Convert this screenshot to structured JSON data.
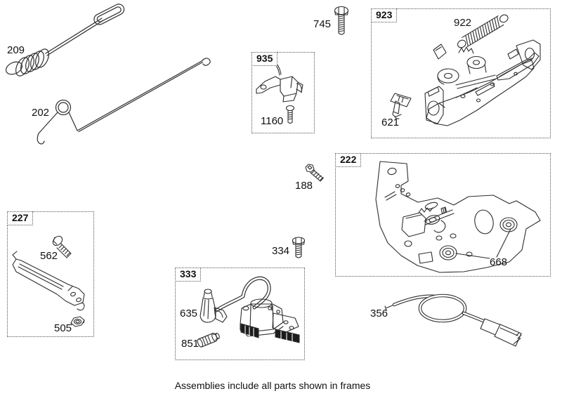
{
  "caption": "Assemblies include all parts shown in frames",
  "colors": {
    "line": "#2e2e2e",
    "background": "#ffffff"
  },
  "frames": {
    "f935": {
      "label": "935"
    },
    "f923": {
      "label": "923"
    },
    "f222": {
      "label": "222"
    },
    "f227": {
      "label": "227"
    },
    "f333": {
      "label": "333"
    }
  },
  "parts": {
    "p209": {
      "label": "209"
    },
    "p202": {
      "label": "202"
    },
    "p745": {
      "label": "745"
    },
    "p1160": {
      "label": "1160"
    },
    "p922": {
      "label": "922"
    },
    "p621": {
      "label": "621"
    },
    "p188": {
      "label": "188"
    },
    "p668": {
      "label": "668"
    },
    "p562": {
      "label": "562"
    },
    "p505": {
      "label": "505"
    },
    "p334": {
      "label": "334"
    },
    "p635": {
      "label": "635"
    },
    "p851": {
      "label": "851"
    },
    "p356": {
      "label": "356"
    }
  }
}
